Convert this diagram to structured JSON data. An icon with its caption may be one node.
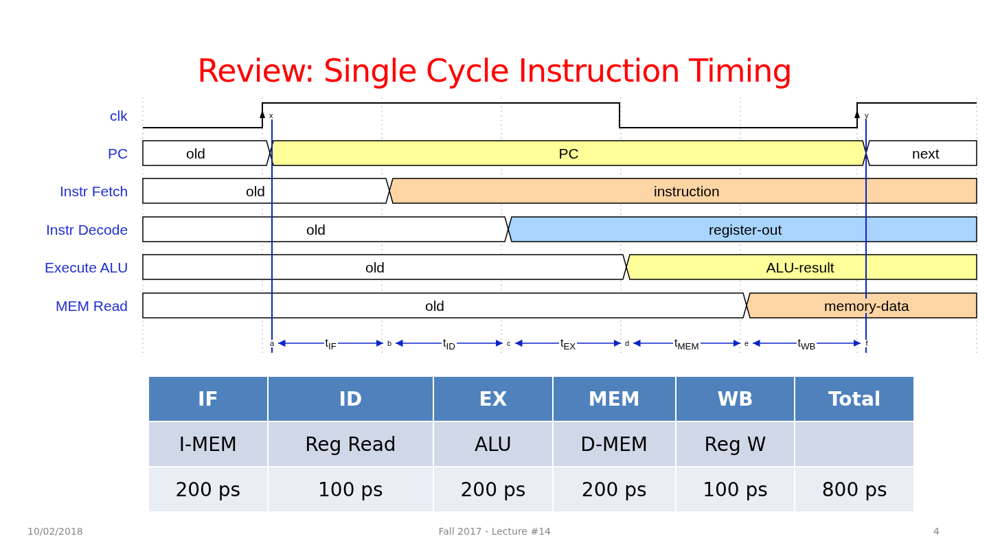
{
  "diagram": {
    "title": "Review: Single Cycle Instruction Timing",
    "labels": [
      "clk",
      "x",
      "y",
      "PC",
      "old",
      "PC",
      "next",
      "Instr Fetch",
      "old",
      "instruction",
      "Instr Decode",
      "old",
      "register-out",
      "Execute ALU",
      "old",
      "ALU-result",
      "MEM Read",
      "old",
      "memory-data",
      "a",
      "t$_{IF}$",
      "b",
      "t$_{ID}$",
      "c",
      "t$_{EX}$",
      "d",
      "t$_{MEM}$",
      "e",
      "t$_{WB}$",
      "f",
      "IF",
      "ID",
      "EX",
      "MEM",
      "WB",
      "Total",
      "I-MEM",
      "Reg Read",
      "ALU",
      "D-MEM",
      "Reg W",
      "200 ps",
      "100 ps",
      "200 ps",
      "200 ps",
      "100 ps",
      "800 ps",
      "10/02/2018",
      "Fall 2017 - Lecture #14",
      "4"
    ]
  }
}
